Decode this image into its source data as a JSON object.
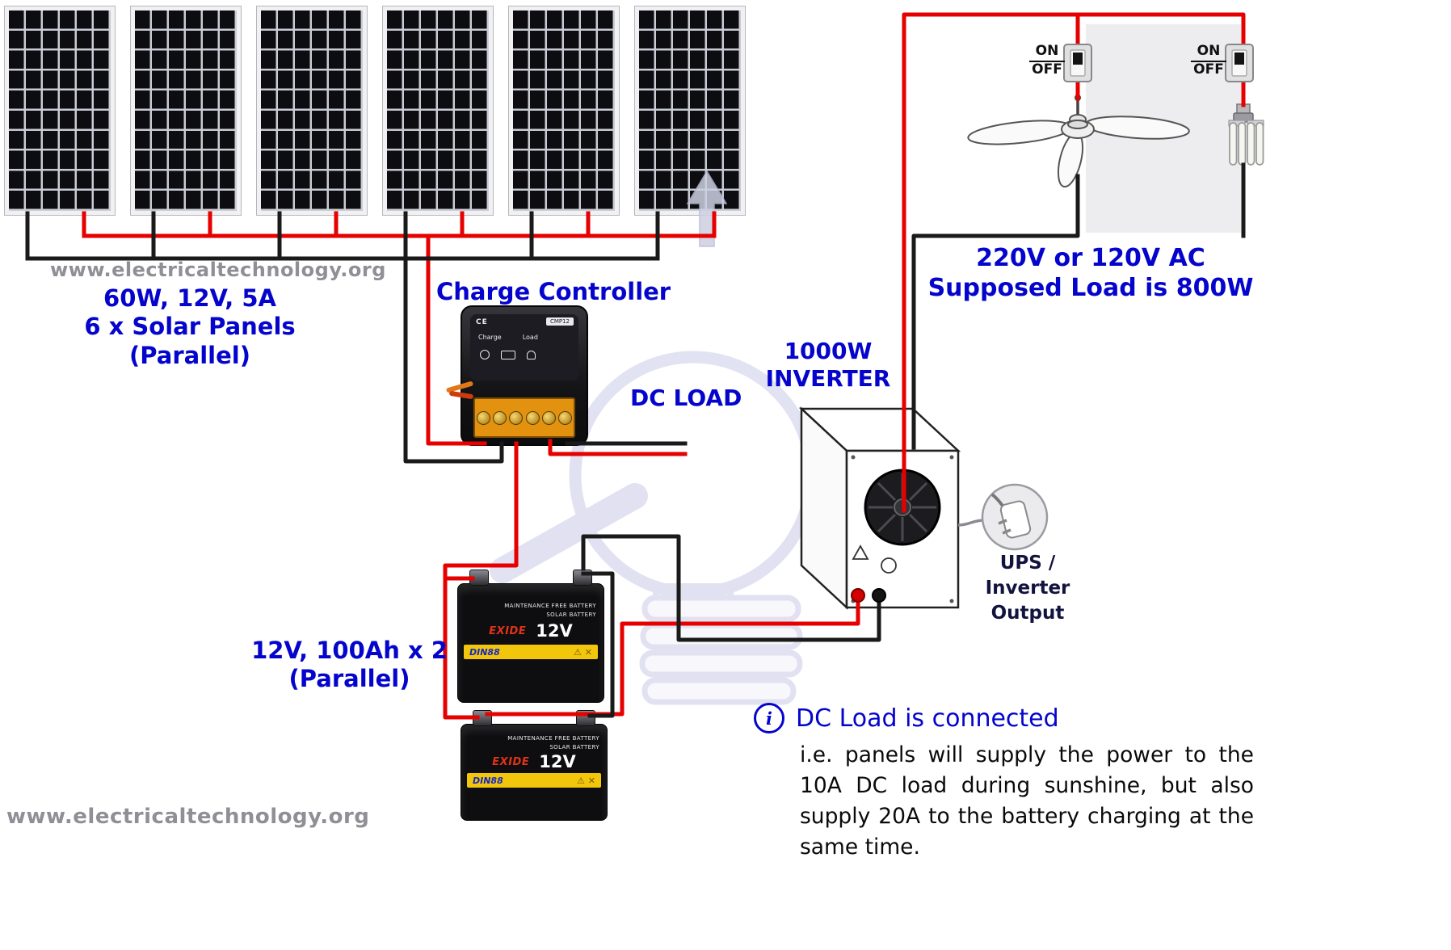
{
  "colors": {
    "wire_red": "#e60000",
    "wire_black": "#1a1a1a",
    "label_blue": "#0404cd",
    "site_gray": "#8f8f95",
    "watermark_lavender": "#c9cae8",
    "terminal_orange": "#e2920e",
    "battery_stripe_yellow": "#f2c60a"
  },
  "site": {
    "top": "www.electricaltechnology.org",
    "bottom": "www.electricaltechnology.org"
  },
  "solar_label": {
    "line1": "60W, 12V, 5A",
    "line2": "6 x Solar Panels",
    "line3": "(Parallel)"
  },
  "charge_controller": {
    "label": "Charge Controller",
    "ce": "CE",
    "model": "CMP12",
    "charge": "Charge",
    "load": "Load"
  },
  "dc_load_label": "DC LOAD",
  "inverter_label": {
    "line1": "1000W",
    "line2": "INVERTER"
  },
  "ac_label": {
    "line1": "220V or 120V AC",
    "line2": "Supposed Load is 800W"
  },
  "ups_label": {
    "line1": "UPS / Inverter",
    "line2": "Output"
  },
  "battery_label": {
    "line1": "12V, 100Ah x 2",
    "line2": "(Parallel)"
  },
  "battery_text": {
    "brand": "EXIDE",
    "top1": "MAINTENANCE FREE BATTERY",
    "top2": "SOLAR BATTERY",
    "voltage": "12V",
    "model": "DIN88",
    "warn": "⚠ ✕"
  },
  "switches": {
    "on": "ON",
    "off": "OFF"
  },
  "note": {
    "icon": "i",
    "title": "DC Load is connected",
    "body": "i.e. panels will supply the power to the 10A DC load during sunshine, but also supply 20A to the battery charging at the same time."
  }
}
